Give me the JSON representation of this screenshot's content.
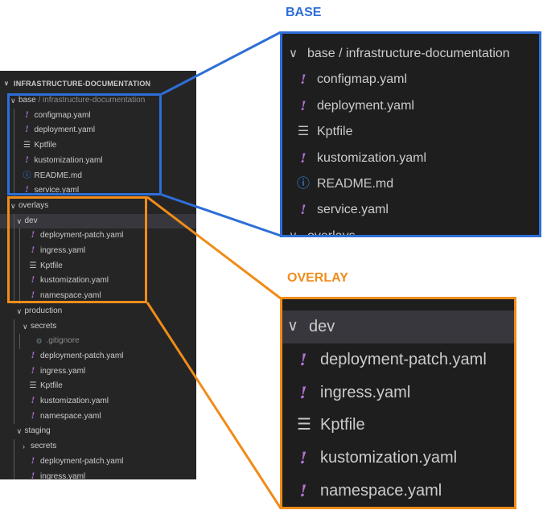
{
  "explorer": {
    "header": "INFRASTRUCTURE-DOCUMENTATION",
    "rows": [
      {
        "depth": 0,
        "type": "folder",
        "expanded": true,
        "label": "base",
        "suffix": " / infrastructure-documentation"
      },
      {
        "depth": 1,
        "type": "yaml",
        "label": "configmap.yaml"
      },
      {
        "depth": 1,
        "type": "yaml",
        "label": "deployment.yaml"
      },
      {
        "depth": 1,
        "type": "list",
        "label": "Kptfile"
      },
      {
        "depth": 1,
        "type": "yaml",
        "label": "kustomization.yaml"
      },
      {
        "depth": 1,
        "type": "info",
        "label": "README.md"
      },
      {
        "depth": 1,
        "type": "yaml",
        "label": "service.yaml"
      },
      {
        "depth": 0,
        "type": "folder",
        "expanded": true,
        "label": "overlays"
      },
      {
        "depth": 1,
        "type": "folder",
        "expanded": true,
        "label": "dev",
        "selected": true
      },
      {
        "depth": 2,
        "type": "yaml",
        "label": "deployment-patch.yaml"
      },
      {
        "depth": 2,
        "type": "yaml",
        "label": "ingress.yaml"
      },
      {
        "depth": 2,
        "type": "list",
        "label": "Kptfile"
      },
      {
        "depth": 2,
        "type": "yaml",
        "label": "kustomization.yaml"
      },
      {
        "depth": 2,
        "type": "yaml",
        "label": "namespace.yaml"
      },
      {
        "depth": 1,
        "type": "folder",
        "expanded": true,
        "label": "production"
      },
      {
        "depth": 2,
        "type": "folder",
        "expanded": true,
        "label": "secrets"
      },
      {
        "depth": 3,
        "type": "gear",
        "label": ".gitignore",
        "muted": true
      },
      {
        "depth": 2,
        "type": "yaml",
        "label": "deployment-patch.yaml"
      },
      {
        "depth": 2,
        "type": "yaml",
        "label": "ingress.yaml"
      },
      {
        "depth": 2,
        "type": "list",
        "label": "Kptfile"
      },
      {
        "depth": 2,
        "type": "yaml",
        "label": "kustomization.yaml"
      },
      {
        "depth": 2,
        "type": "yaml",
        "label": "namespace.yaml"
      },
      {
        "depth": 1,
        "type": "folder",
        "expanded": true,
        "label": "staging"
      },
      {
        "depth": 2,
        "type": "folder",
        "expanded": false,
        "label": "secrets"
      },
      {
        "depth": 2,
        "type": "yaml",
        "label": "deployment-patch.yaml"
      },
      {
        "depth": 2,
        "type": "yaml",
        "label": "ingress.yaml"
      }
    ]
  },
  "base_zoom": {
    "title": "BASE",
    "rows": [
      {
        "type": "folder",
        "expanded": true,
        "label": "base",
        "suffix": " / infrastructure-documentation"
      },
      {
        "type": "yaml",
        "label": "configmap.yaml"
      },
      {
        "type": "yaml",
        "label": "deployment.yaml"
      },
      {
        "type": "list",
        "label": "Kptfile"
      },
      {
        "type": "yaml",
        "label": "kustomization.yaml"
      },
      {
        "type": "info",
        "label": "README.md"
      },
      {
        "type": "yaml",
        "label": "service.yaml"
      },
      {
        "type": "folder",
        "expanded": true,
        "label": "overlays",
        "cut": true
      }
    ]
  },
  "overlay_zoom": {
    "title": "OVERLAY",
    "rows": [
      {
        "type": "folder",
        "expanded": true,
        "label": "dev",
        "selected": true
      },
      {
        "type": "yaml",
        "label": "deployment-patch.yaml"
      },
      {
        "type": "yaml",
        "label": "ingress.yaml"
      },
      {
        "type": "list",
        "label": "Kptfile"
      },
      {
        "type": "yaml",
        "label": "kustomization.yaml"
      },
      {
        "type": "yaml",
        "label": "namespace.yaml"
      }
    ]
  },
  "icons": {
    "yaml": "exclamation-icon",
    "info": "info-circle-icon",
    "list": "list-lines-icon",
    "gear": "gear-icon",
    "folder_open": "chevron-down-icon",
    "folder_closed": "chevron-right-icon"
  },
  "colors": {
    "base_accent": "#2e6ed7",
    "overlay_accent": "#f08c1a",
    "yaml_icon": "#b373d8",
    "info_icon": "#3794ff",
    "panel_bg": "#252526",
    "selected_row": "#37373d"
  }
}
